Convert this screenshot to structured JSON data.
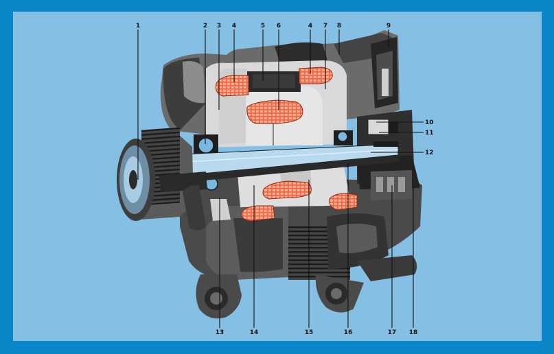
{
  "labels": [
    {
      "id": "1",
      "text": "1"
    },
    {
      "id": "2",
      "text": "2"
    },
    {
      "id": "3",
      "text": "3"
    },
    {
      "id": "4a",
      "text": "4"
    },
    {
      "id": "5",
      "text": "5"
    },
    {
      "id": "6",
      "text": "6"
    },
    {
      "id": "4b",
      "text": "4"
    },
    {
      "id": "7",
      "text": "7"
    },
    {
      "id": "8",
      "text": "8"
    },
    {
      "id": "9",
      "text": "9"
    },
    {
      "id": "10",
      "text": "10"
    },
    {
      "id": "11",
      "text": "11"
    },
    {
      "id": "12",
      "text": "12"
    },
    {
      "id": "13",
      "text": "13"
    },
    {
      "id": "14",
      "text": "14"
    },
    {
      "id": "15",
      "text": "15"
    },
    {
      "id": "16",
      "text": "16"
    },
    {
      "id": "17",
      "text": "17"
    },
    {
      "id": "18",
      "text": "18"
    }
  ],
  "colors": {
    "frame": "#0b86c9",
    "panel": "#85bfe3",
    "housing_dark": "#3a3a3a",
    "housing_mid": "#6b6b6b",
    "housing_light": "#bdbdbd",
    "section_light": "#d9d9d9",
    "shaft": "#b9d9ee",
    "winding": "#f0694a"
  }
}
